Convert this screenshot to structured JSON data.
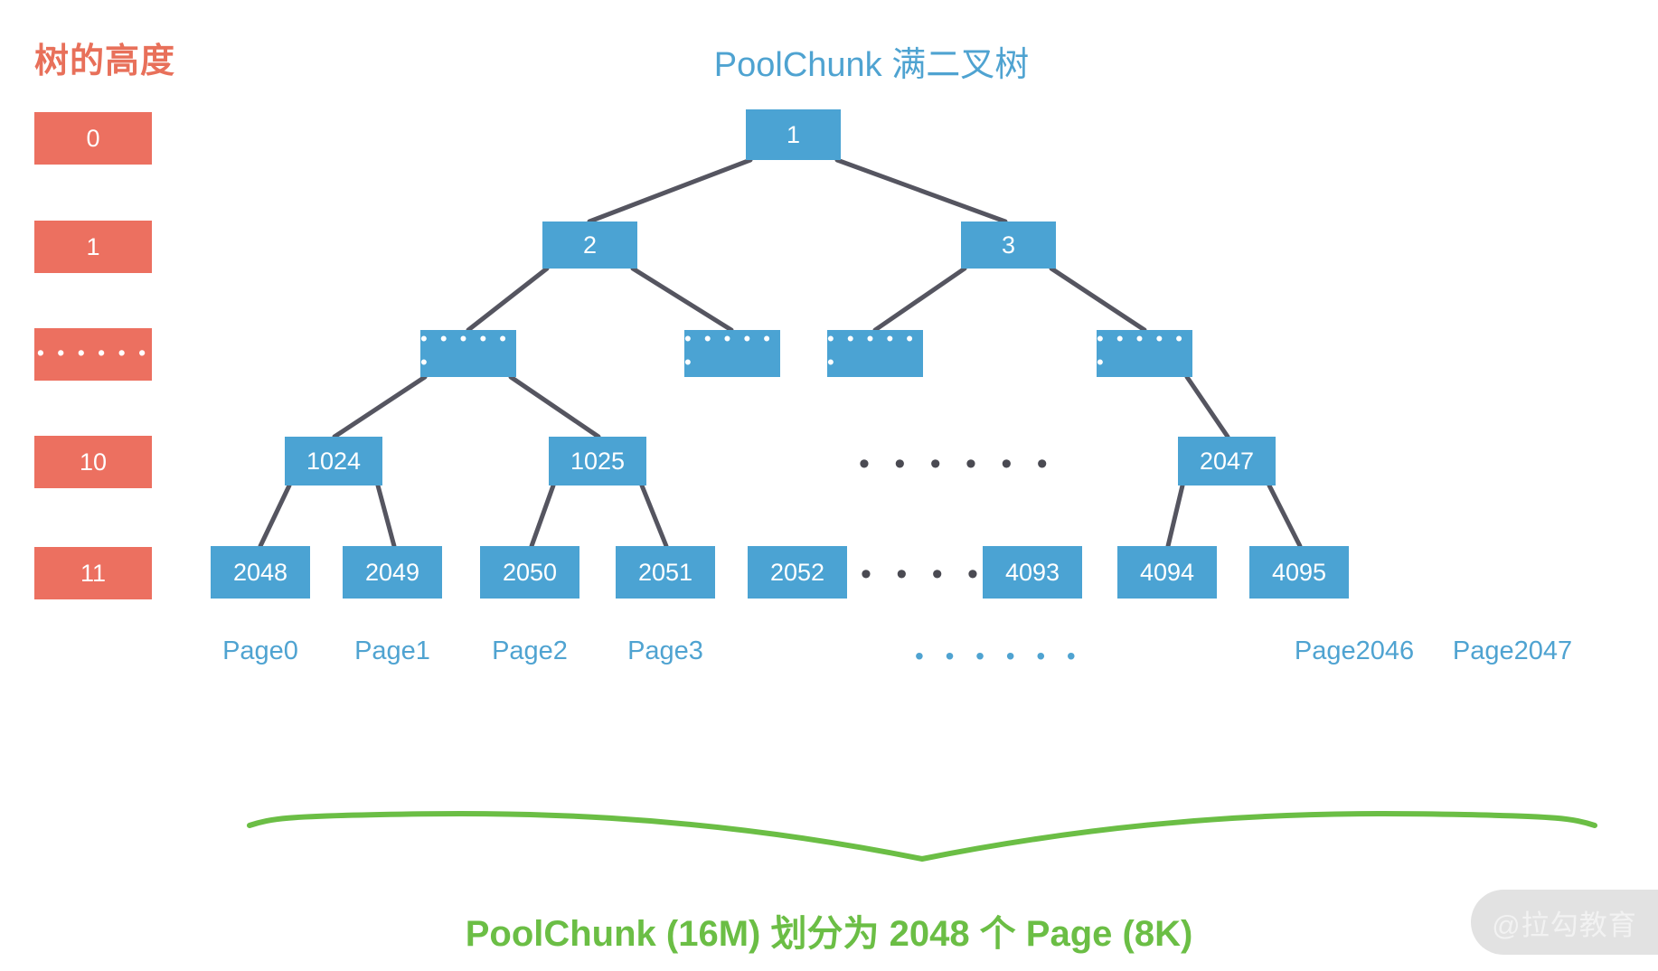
{
  "titles": {
    "height_column": "树的高度",
    "main": "PoolChunk 满二叉树",
    "caption": "PoolChunk (16M) 划分为 2048 个 Page (8K)"
  },
  "watermark": {
    "text": "@拉勾教育"
  },
  "colors": {
    "node_blue": "#4BA3D3",
    "height_salmon": "#EC7060",
    "title_blue": "#4FA3D1",
    "caption_green": "#6BBE45",
    "wire_gray": "#555560",
    "background": "#FFFFFF"
  },
  "ellipsis": {
    "short": "• • • • • •",
    "dots_in_box": "• • • • • •"
  },
  "height_labels": [
    {
      "level": 0,
      "label": "0",
      "is_ellipsis": false
    },
    {
      "level": 1,
      "label": "1",
      "is_ellipsis": false
    },
    {
      "level": 2,
      "label": "• • • • • •",
      "is_ellipsis": true
    },
    {
      "level": 3,
      "label": "10",
      "is_ellipsis": false
    },
    {
      "level": 4,
      "label": "11",
      "is_ellipsis": false
    }
  ],
  "tree": {
    "level0": [
      {
        "label": "1"
      }
    ],
    "level1": [
      {
        "label": "2"
      },
      {
        "label": "3"
      }
    ],
    "level2": [
      {
        "label": "• • • • • •"
      },
      {
        "label": "• • • • • •"
      },
      {
        "label": "• • • • • •"
      },
      {
        "label": "• • • • • •"
      }
    ],
    "level3": [
      {
        "label": "1024"
      },
      {
        "label": "1025"
      },
      {
        "label": "2047"
      }
    ],
    "level3_gap": "• • • • • •",
    "level4": [
      {
        "label": "2048"
      },
      {
        "label": "2049"
      },
      {
        "label": "2050"
      },
      {
        "label": "2051"
      },
      {
        "label": "2052"
      },
      {
        "label": "4093"
      },
      {
        "label": "4094"
      },
      {
        "label": "4095"
      }
    ],
    "level4_gap": "• • • • • •"
  },
  "pages": {
    "labels": [
      "Page0",
      "Page1",
      "Page2",
      "Page3",
      "Page2046",
      "Page2047"
    ],
    "gap": "• • • • • •"
  }
}
